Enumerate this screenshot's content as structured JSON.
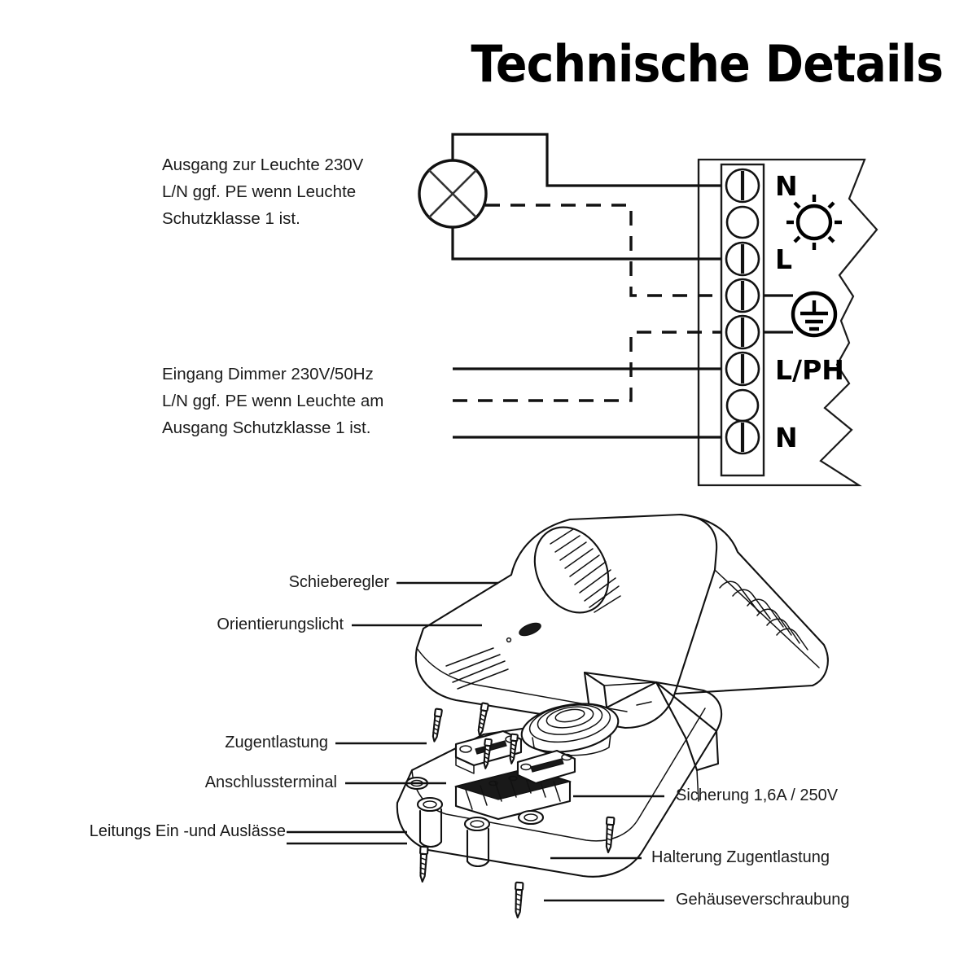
{
  "page": {
    "title": "Technische Details",
    "background_color": "#ffffff",
    "line_color": "#111111"
  },
  "wiring_diagram": {
    "output_note": {
      "line1": "Ausgang zur Leuchte 230V",
      "line2": "L/N ggf. PE wenn Leuchte",
      "line3": "Schutzklasse 1 ist."
    },
    "input_note": {
      "line1": "Eingang Dimmer 230V/50Hz",
      "line2": "L/N ggf. PE wenn Leuchte  am",
      "line3": "Ausgang Schutzklasse 1 ist."
    },
    "lamp_symbol": "lamp-cross-icon",
    "terminal_labels": [
      {
        "text": "N",
        "kind": "text"
      },
      {
        "text": "",
        "kind": "lamp-burst-icon"
      },
      {
        "text": "L",
        "kind": "text"
      },
      {
        "text": "",
        "kind": "earth-pe-icon"
      },
      {
        "text": "L/PH",
        "kind": "text"
      },
      {
        "text": "N",
        "kind": "text"
      }
    ],
    "terminal_count": 8,
    "terminals_with_screw": [
      1,
      3,
      4,
      5,
      6,
      8
    ],
    "wire_types": {
      "solid": "L/N conductor",
      "dashed": "PE protective earth"
    }
  },
  "exploded_view": {
    "left_callouts": [
      {
        "label": "Schieberegler"
      },
      {
        "label": "Orientierungslicht"
      },
      {
        "label": "Zugentlastung"
      },
      {
        "label": "Anschlussterminal"
      },
      {
        "label": "Leitungs Ein -und  Auslässe"
      }
    ],
    "right_callouts": [
      {
        "label": "Sicherung 1,6A / 250V"
      },
      {
        "label": "Halterung Zugentlastung"
      },
      {
        "label": "Gehäuseverschraubung"
      }
    ]
  }
}
